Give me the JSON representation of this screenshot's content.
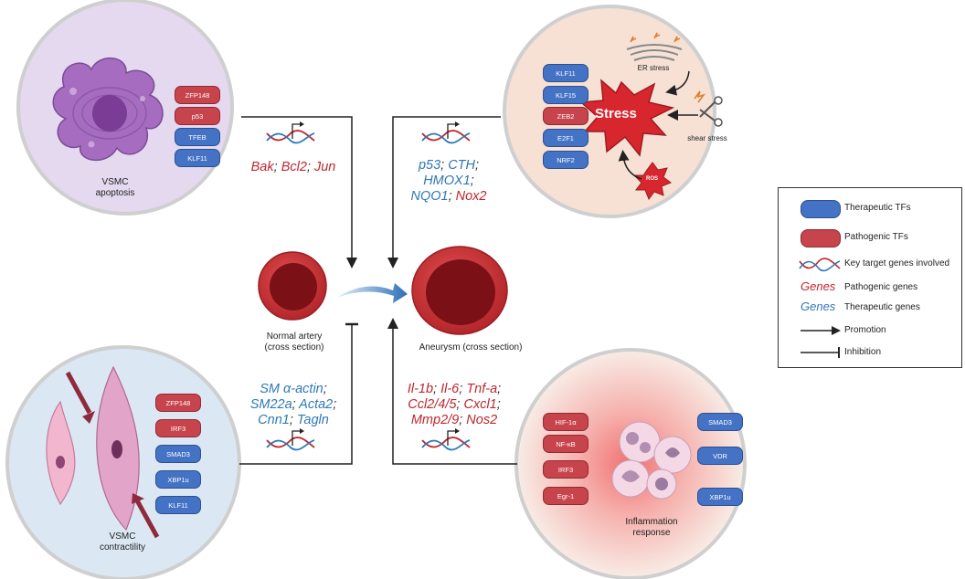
{
  "panels": {
    "apoptosis": {
      "label_line1": "VSMC",
      "label_line2": "apoptosis",
      "tfs": [
        {
          "name": "ZFP148",
          "kind": "pathogenic"
        },
        {
          "name": "p53",
          "kind": "pathogenic"
        },
        {
          "name": "TFEB",
          "kind": "therapeutic"
        },
        {
          "name": "KLF11",
          "kind": "therapeutic"
        }
      ]
    },
    "stress": {
      "center_label": "Stress",
      "er_label": "ER stress",
      "shear_label": "shear stress",
      "ros_label": "ROS",
      "tfs": [
        {
          "name": "KLF11",
          "kind": "therapeutic"
        },
        {
          "name": "KLF15",
          "kind": "therapeutic"
        },
        {
          "name": "ZEB2",
          "kind": "pathogenic"
        },
        {
          "name": "E2F1",
          "kind": "therapeutic"
        },
        {
          "name": "NRF2",
          "kind": "therapeutic"
        }
      ]
    },
    "contractility": {
      "label_line1": "VSMC",
      "label_line2": "contractility",
      "tfs": [
        {
          "name": "ZFP148",
          "kind": "pathogenic"
        },
        {
          "name": "IRF3",
          "kind": "pathogenic"
        },
        {
          "name": "SMAD3",
          "kind": "therapeutic"
        },
        {
          "name": "XBP1u",
          "kind": "therapeutic"
        },
        {
          "name": "KLF11",
          "kind": "therapeutic"
        }
      ]
    },
    "inflammation": {
      "label_line1": "Inflammation",
      "label_line2": "response",
      "tfs_left": [
        {
          "name": "HIF-1α",
          "kind": "pathogenic"
        },
        {
          "name": "NF-κB",
          "kind": "pathogenic"
        },
        {
          "name": "IRF3",
          "kind": "pathogenic"
        },
        {
          "name": "Egr-1",
          "kind": "pathogenic"
        }
      ],
      "tfs_right": [
        {
          "name": "SMAD3",
          "kind": "therapeutic"
        },
        {
          "name": "VDR",
          "kind": "therapeutic"
        },
        {
          "name": "XBP1u",
          "kind": "therapeutic"
        }
      ]
    }
  },
  "genes": {
    "apoptosis": {
      "line1": [
        [
          "Bak",
          "r"
        ],
        [
          "; ",
          "k"
        ],
        [
          "Bcl2",
          "r"
        ],
        [
          "; ",
          "k"
        ],
        [
          "Jun",
          "r"
        ]
      ]
    },
    "stress": {
      "line1": [
        [
          "p53",
          "b"
        ],
        [
          "; ",
          "k"
        ],
        [
          "CTH",
          "b"
        ],
        [
          ";",
          "k"
        ]
      ],
      "line2": [
        [
          "HMOX1",
          "b"
        ],
        [
          ";",
          "k"
        ]
      ],
      "line3": [
        [
          "NQO1",
          "b"
        ],
        [
          "; ",
          "k"
        ],
        [
          "Nox2",
          "r"
        ]
      ]
    },
    "contractility": {
      "line1": [
        [
          "SM α-actin",
          "b"
        ],
        [
          ";",
          "k"
        ]
      ],
      "line2": [
        [
          "SM22a",
          "b"
        ],
        [
          "; ",
          "k"
        ],
        [
          "Acta2",
          "b"
        ],
        [
          ";",
          "k"
        ]
      ],
      "line3": [
        [
          "Cnn1",
          "b"
        ],
        [
          ";  ",
          "k"
        ],
        [
          "Tagln",
          "b"
        ]
      ]
    },
    "inflammation": {
      "line1": [
        [
          "Il-1b",
          "r"
        ],
        [
          "; ",
          "k"
        ],
        [
          "Il-6",
          "r"
        ],
        [
          "; ",
          "k"
        ],
        [
          "Tnf-a",
          "r"
        ],
        [
          ";",
          "k"
        ]
      ],
      "line2": [
        [
          "Ccl2/4/5",
          "r"
        ],
        [
          "; ",
          "k"
        ],
        [
          "Cxcl1",
          "r"
        ],
        [
          ";",
          "k"
        ]
      ],
      "line3": [
        [
          "Mmp2/9",
          "r"
        ],
        [
          "; ",
          "k"
        ],
        [
          "Nos2",
          "r"
        ]
      ]
    }
  },
  "center": {
    "normal_line1": "Normal artery",
    "normal_line2": "(cross section)",
    "aneurysm": "Aneurysm (cross section)"
  },
  "legend": {
    "therapeutic_tfs": "Therapeutic TFs",
    "pathogenic_tfs": "Pathogenic TFs",
    "key_genes": "Key target genes involved",
    "genes_word": "Genes",
    "pathogenic_genes": "Pathogenic genes",
    "therapeutic_genes": "Therapeutic genes",
    "promotion": "Promotion",
    "inhibition": "Inhibition"
  },
  "colors": {
    "pathogenic": "#c8444c",
    "therapeutic": "#4472c4",
    "pathogenic_text": "#c0262e",
    "therapeutic_text": "#2e78b7"
  }
}
